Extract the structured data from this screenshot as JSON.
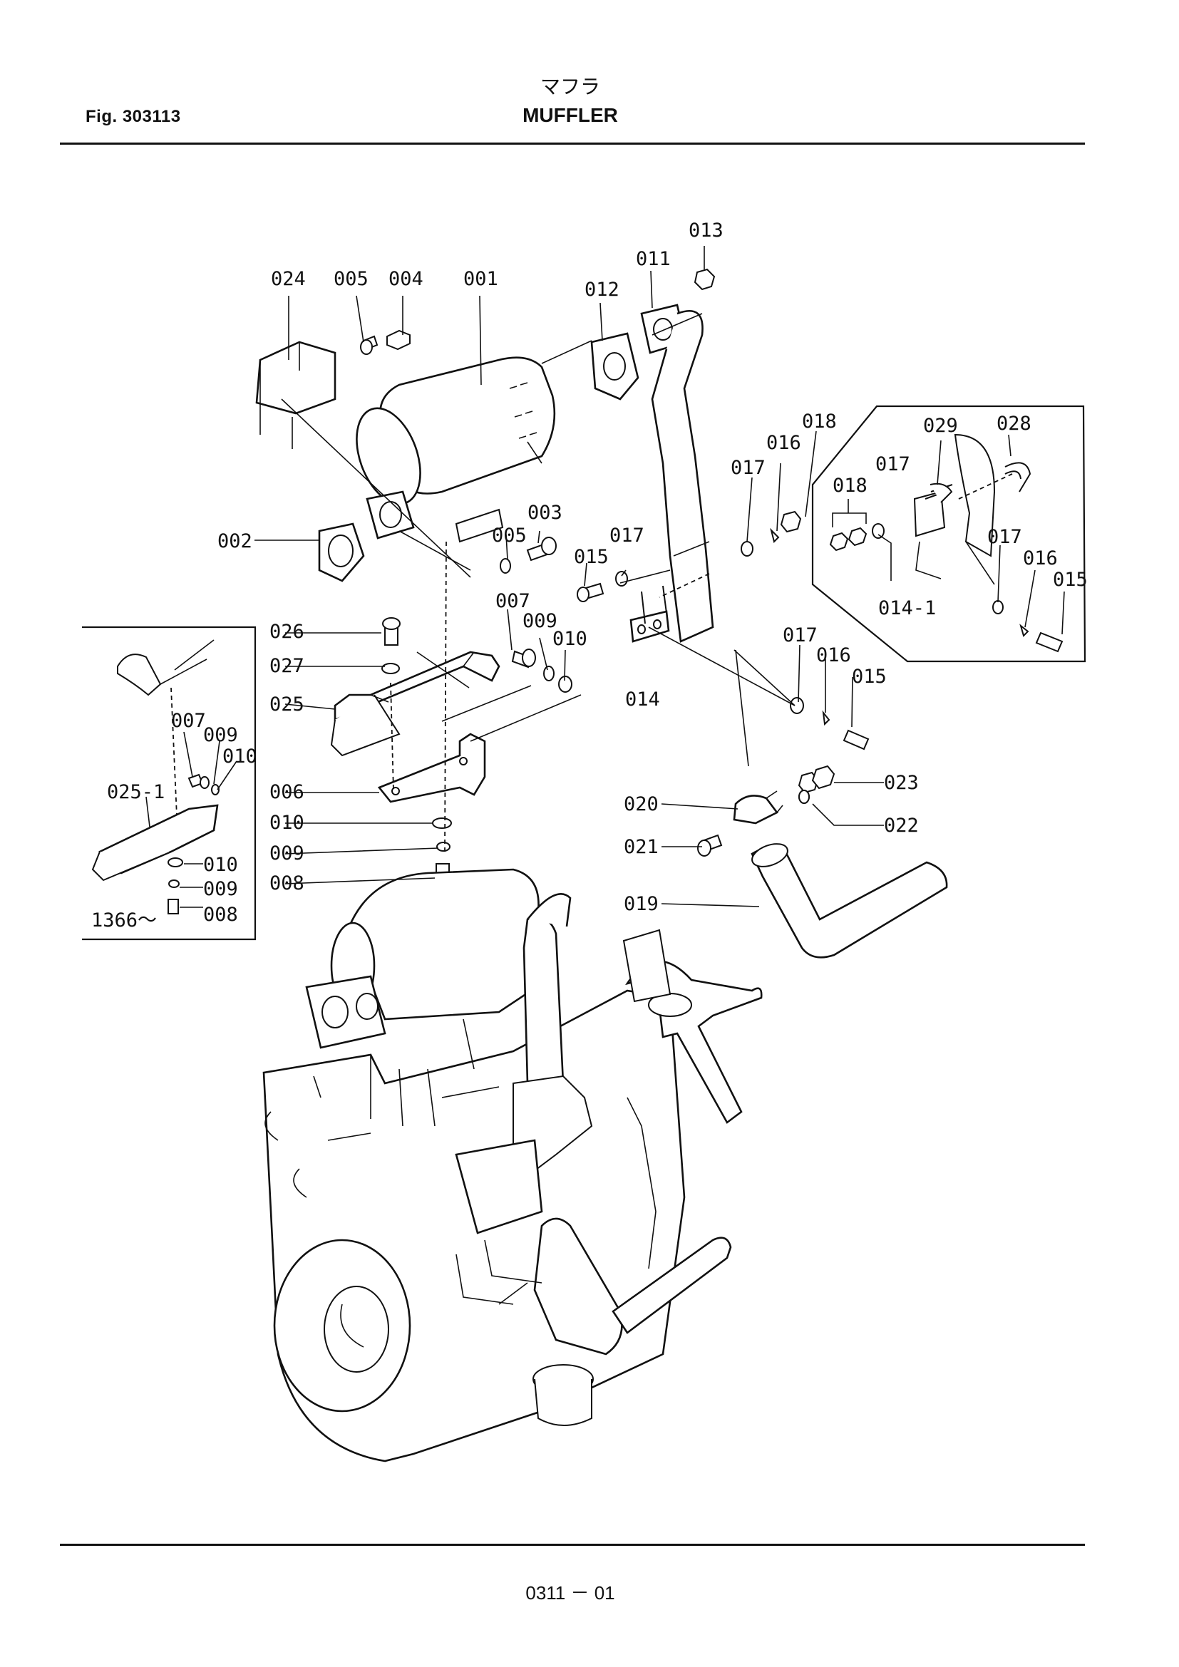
{
  "header": {
    "fig_label": "Fig. 303113",
    "title_jp": "マフラ",
    "title_en": "MUFFLER"
  },
  "footer": {
    "page_code": "0311 － 01"
  },
  "callouts": {
    "p001": "001",
    "p002": "002",
    "p003": "003",
    "p004": "004",
    "p005a": "005",
    "p005b": "005",
    "p006": "006",
    "p007a": "007",
    "p007b": "007",
    "p008a": "008",
    "p008b": "008",
    "p009a": "009",
    "p009b": "009",
    "p009c": "009",
    "p010a": "010",
    "p010b": "010",
    "p010c": "010",
    "p010d": "010",
    "p011": "011",
    "p012": "012",
    "p013": "013",
    "p014": "014",
    "p014_1": "014-1",
    "p015a": "015",
    "p015b": "015",
    "p015c": "015",
    "p016a": "016",
    "p016b": "016",
    "p016c": "016",
    "p017a": "017",
    "p017b": "017",
    "p017c": "017",
    "p017d": "017",
    "p017e": "017",
    "p018a": "018",
    "p018b": "018",
    "p019": "019",
    "p020": "020",
    "p021": "021",
    "p022": "022",
    "p023": "023",
    "p024": "024",
    "p025": "025",
    "p025_1": "025-1",
    "p026": "026",
    "p027": "027",
    "p028": "028",
    "p029": "029",
    "serial_note": "1366～"
  }
}
